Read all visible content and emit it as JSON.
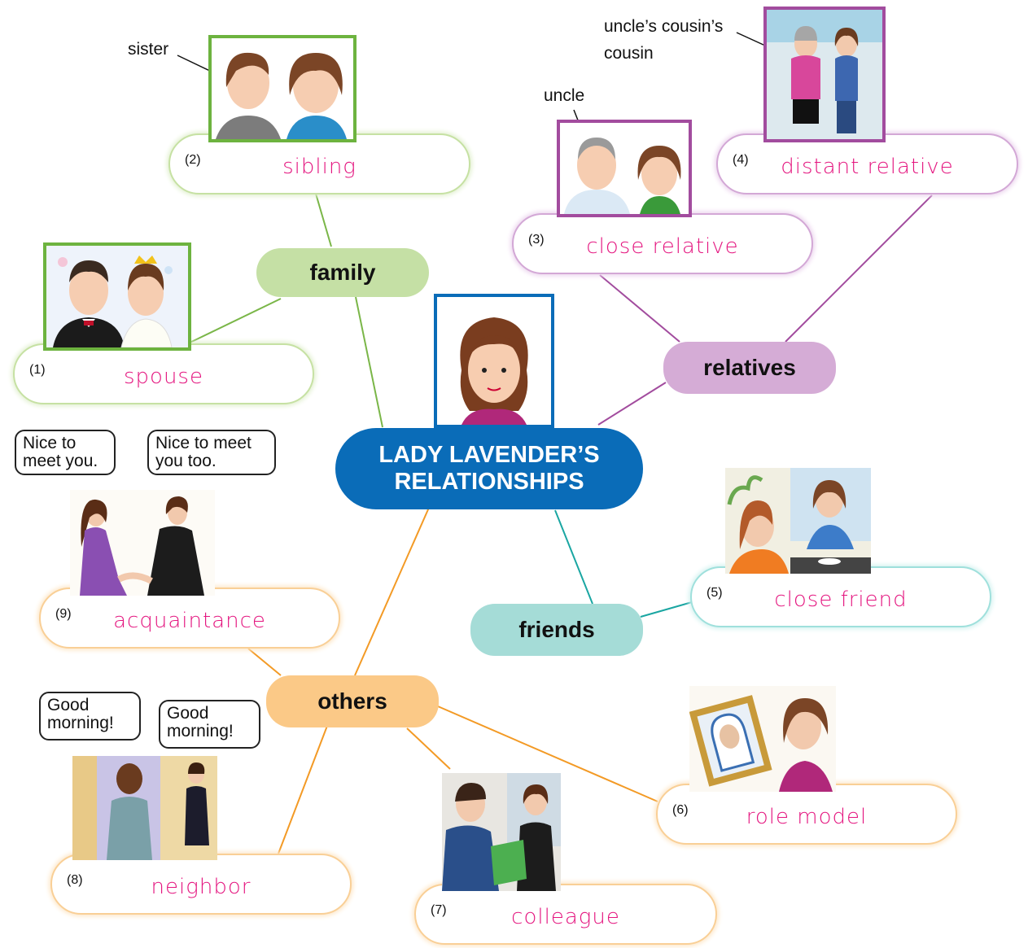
{
  "center": {
    "line1": "LADY LAVENDER’S",
    "line2": "RELATIONSHIPS"
  },
  "hubs": {
    "family": "family",
    "relatives": "relatives",
    "friends": "friends",
    "others": "others"
  },
  "items": {
    "spouse": {
      "num": "(1)",
      "word": "spouse"
    },
    "sibling": {
      "num": "(2)",
      "word": "sibling"
    },
    "close_relative": {
      "num": "(3)",
      "word": "close relative"
    },
    "distant_relative": {
      "num": "(4)",
      "word": "distant relative"
    },
    "close_friend": {
      "num": "(5)",
      "word": "close friend"
    },
    "role_model": {
      "num": "(6)",
      "word": "role model"
    },
    "colleague": {
      "num": "(7)",
      "word": "colleague"
    },
    "neighbor": {
      "num": "(8)",
      "word": "neighbor"
    },
    "acquaintance": {
      "num": "(9)",
      "word": "acquaintance"
    }
  },
  "callouts": {
    "sister": "sister",
    "uncle": "uncle",
    "cousin_line1": "uncle’s cousin’s",
    "cousin_line2": "cousin"
  },
  "bubbles": {
    "meet1_l1": "Nice to",
    "meet1_l2": "meet you.",
    "meet2_l1": "Nice to meet",
    "meet2_l2": "you too.",
    "morning1_l1": "Good",
    "morning1_l2": "morning!",
    "morning2_l1": "Good",
    "morning2_l2": "morning!"
  },
  "colors": {
    "family": "#c5e0a5",
    "relatives": "#d5acd6",
    "friends": "#a5dcd7",
    "others": "#fbc987",
    "center": "#0a6cb8",
    "vocab": "#e4157f"
  }
}
